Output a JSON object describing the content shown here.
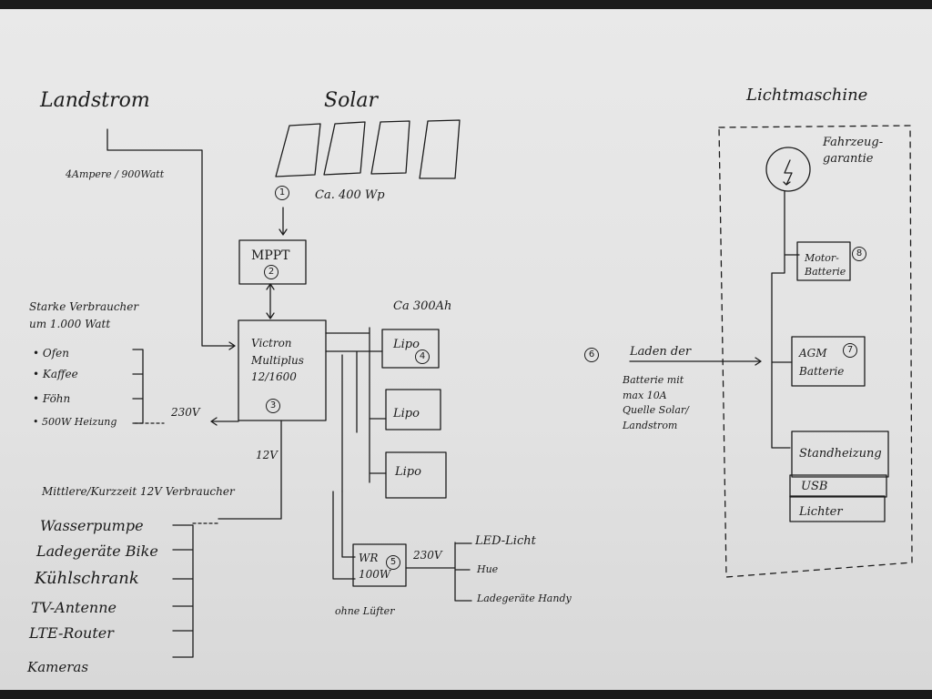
{
  "sources": {
    "landstrom": "Landstrom",
    "landstrom_spec": "4Ampere / 900Watt",
    "solar": "Solar",
    "solar_spec": "Ca. 400 Wp",
    "lichtmaschine": "Lichtmaschine",
    "fahrzeuggarantie": "Fahrzeug-\ngarantie"
  },
  "components": {
    "mppt": "MPPT",
    "victron": "Victron\nMultiplus\n12/1600",
    "battery_capacity": "Ca 300Ah",
    "lipo1": "Lipo",
    "lipo2": "Lipo",
    "lipo3": "Lipo",
    "inverter": "WR\n100W",
    "inverter_note": "ohne Lüfter",
    "motor_battery": "Motor-\nBatterie",
    "agm_battery": "AGM\nBatterie",
    "standheizung": "Standheizung",
    "usb": "USB",
    "lichter": "Lichter"
  },
  "numbers": [
    "1",
    "2",
    "3",
    "4",
    "5",
    "6",
    "7",
    "8"
  ],
  "labels": {
    "volt_230_left": "230V",
    "volt_230_inverter": "230V",
    "volt_12": "12V"
  },
  "consumers_high": {
    "title": "Starke Verbraucher\num 1.000 Watt",
    "items": [
      "Ofen",
      "Kaffee",
      "Föhn",
      "500W Heizung"
    ]
  },
  "consumers_12v": {
    "title": "Mittlere/Kurzzeit 12V Verbraucher",
    "items": [
      "Wasserpumpe",
      "Ladegeräte Bike",
      "Kühlschrank",
      "TV-Antenne",
      "LTE-Router",
      "Kameras"
    ]
  },
  "consumers_230v_inverter": {
    "items": [
      "LED-Licht",
      "Hue",
      "Ladegeräte Handy"
    ]
  },
  "charging_note": {
    "title": "Laden der",
    "text": "Batterie mit\nmax 10A\nQuelle Solar/\nLandstrom"
  }
}
